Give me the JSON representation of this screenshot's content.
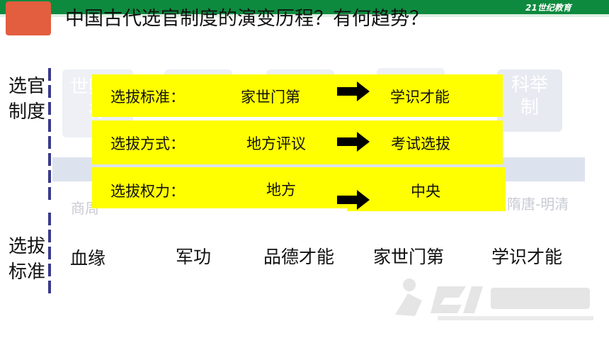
{
  "header": {
    "title": "中国古代选官制度的演变历程？有何趋势？",
    "logo": "21世纪教育"
  },
  "left_labels": {
    "system": "选官\n制度",
    "standard": "选拔\n标准"
  },
  "background": {
    "systems": [
      "世卿世禄",
      "",
      "",
      "",
      "科举制"
    ],
    "eras": [
      "商周",
      "",
      "",
      "",
      "隋唐-明清"
    ]
  },
  "comparison": {
    "rows": [
      {
        "label": "选拔标准：",
        "from": "家世门第",
        "to": "学识才能"
      },
      {
        "label": "选拔方式：",
        "from": "地方评议",
        "to": "考试选拔"
      },
      {
        "label": "选拔权力：",
        "from": "地方",
        "to": "中央"
      }
    ]
  },
  "standards": [
    "血缘",
    "军功",
    "品德才能",
    "家世门第",
    "学识才能"
  ],
  "colors": {
    "highlight": "#ffff00",
    "header_bar": "#0d8a3e",
    "corner_accent": "#e35d3f",
    "divider": "#3a3a8c"
  }
}
